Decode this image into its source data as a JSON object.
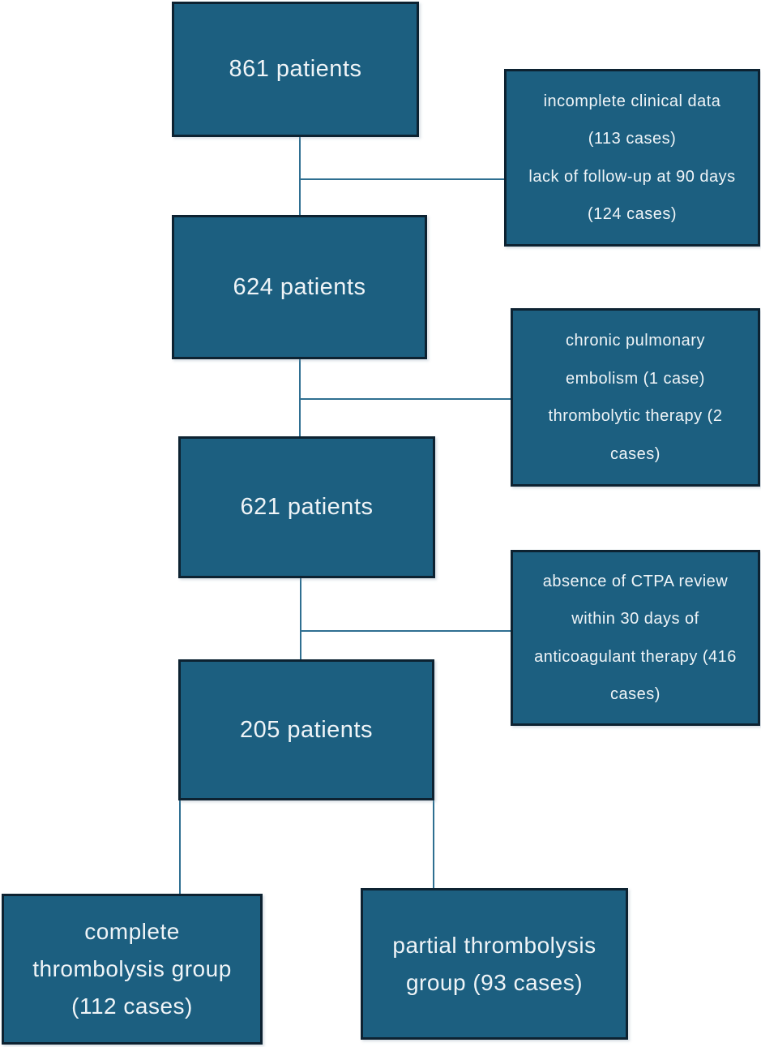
{
  "flow": {
    "colors": {
      "box_fill": "#1c5f80",
      "box_border": "#0d2231",
      "connector_line": "#2f6f91",
      "text": "#eff4f7"
    },
    "main_boxes": [
      {
        "label": "861 patients"
      },
      {
        "label": "624 patients"
      },
      {
        "label": "621 patients"
      },
      {
        "label": "205 patients"
      }
    ],
    "exclusion_boxes": [
      {
        "text": "incomplete clinical data (113 cases) lack of follow-up at 90 days (124 cases)",
        "lines": [
          "incomplete clinical data",
          "(113 cases)",
          "lack of follow-up at 90 days",
          "(124 cases)"
        ]
      },
      {
        "text": "chronic pulmonary embolism (1 case) thrombolytic therapy (2 cases)",
        "lines": [
          "chronic pulmonary",
          "embolism (1 case)",
          "thrombolytic therapy (2",
          "cases)"
        ]
      },
      {
        "text": "absence of CTPA review within 30 days of anticoagulant therapy (416 cases)",
        "lines": [
          "absence of CTPA review",
          "within 30 days of",
          "anticoagulant therapy (416",
          "cases)"
        ]
      }
    ],
    "outcome_boxes": [
      {
        "text": "complete thrombolysis group (112 cases)",
        "lines": [
          "complete",
          "thrombolysis group",
          "(112 cases)"
        ]
      },
      {
        "text": "partial thrombolysis group (93 cases)",
        "lines": [
          "partial thrombolysis",
          "group (93 cases)"
        ]
      }
    ]
  }
}
